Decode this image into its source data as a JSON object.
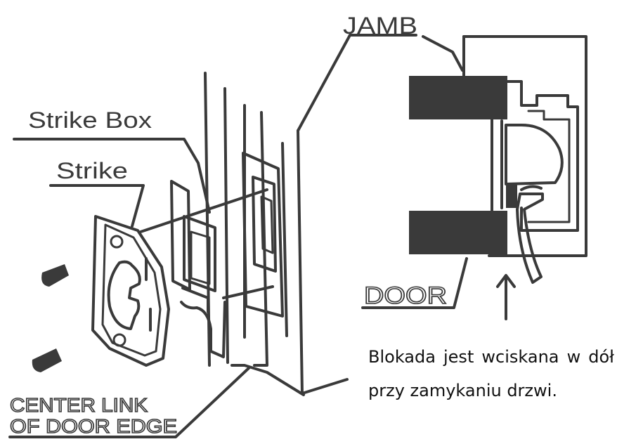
{
  "labels": {
    "jamb": "JAMB",
    "strike_box": "Strike Box",
    "strike": "Strike",
    "door": "DOOR",
    "center_link_line1": "CENTER LINK",
    "center_link_line2": "OF DOOR EDGE"
  },
  "caption": "Blokada jest wciskana w dół przy zamykaniu drzwi.",
  "colors": {
    "line": "#3a3a3a",
    "fill_dark": "#3a3a3a",
    "text": "#111111",
    "background": "#ffffff"
  }
}
